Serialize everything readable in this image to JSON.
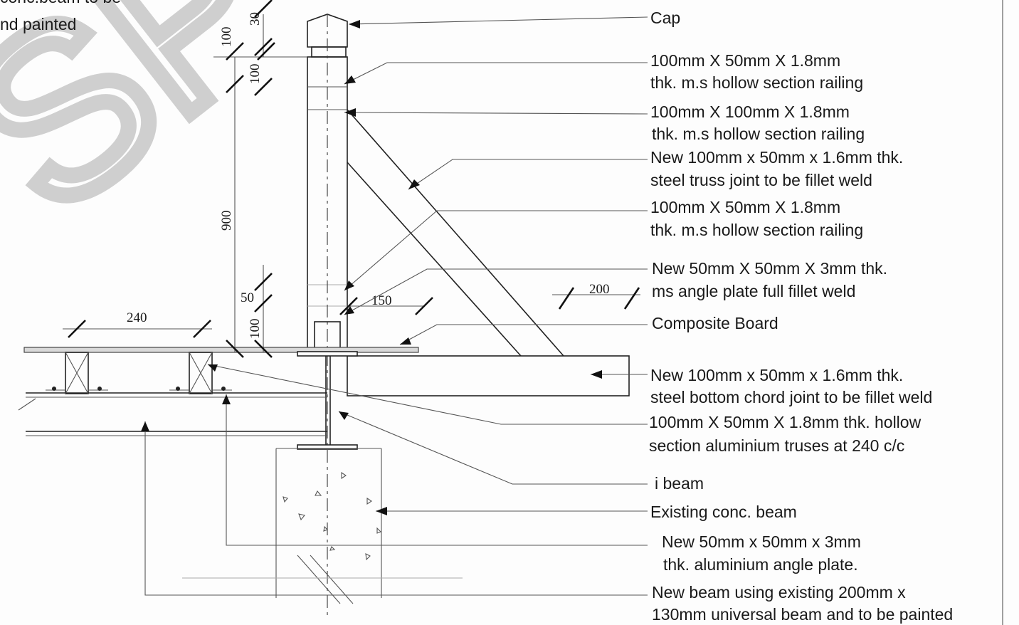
{
  "top_left_note": [
    "conc.beam to be",
    "nd painted"
  ],
  "labels": [
    {
      "id": "cap",
      "lines": [
        "Cap"
      ]
    },
    {
      "id": "rail-top",
      "lines": [
        "100mm X 50mm X 1.8mm",
        "thk. m.s hollow section railing"
      ]
    },
    {
      "id": "post",
      "lines": [
        "100mm X 100mm X 1.8mm",
        "thk. m.s hollow section railing"
      ]
    },
    {
      "id": "truss",
      "lines": [
        "New 100mm x 50mm x 1.6mm thk.",
        "steel truss joint to be fillet weld"
      ]
    },
    {
      "id": "rail-mid",
      "lines": [
        "100mm X 50mm X 1.8mm",
        "thk. m.s hollow section railing"
      ]
    },
    {
      "id": "angle-steel",
      "lines": [
        "New 50mm X 50mm X 3mm thk.",
        "ms angle plate full fillet weld"
      ]
    },
    {
      "id": "composite",
      "lines": [
        "Composite Board"
      ]
    },
    {
      "id": "bottom-chord",
      "lines": [
        "New 100mm x 50mm x 1.6mm thk.",
        "steel bottom chord joint to be fillet weld"
      ]
    },
    {
      "id": "alu-truss",
      "lines": [
        "100mm X 50mm X 1.8mm thk. hollow",
        "section aluminium truses at 240 c/c"
      ]
    },
    {
      "id": "ibeam",
      "lines": [
        "i beam"
      ]
    },
    {
      "id": "conc-beam",
      "lines": [
        "Existing conc. beam"
      ]
    },
    {
      "id": "angle-alu",
      "lines": [
        "New 50mm x 50mm x 3mm",
        "thk. aluminium angle plate."
      ]
    },
    {
      "id": "new-beam",
      "lines": [
        "New beam using existing 200mm x",
        "130mm universal beam and to be painted"
      ]
    }
  ],
  "dimensions": {
    "d30": "30",
    "d100_top": "100",
    "d100_cap": "100",
    "d900": "900",
    "d50": "50",
    "d100_low": "100",
    "d150": "150",
    "d240": "240",
    "d200": "200"
  },
  "watermark": "SP"
}
